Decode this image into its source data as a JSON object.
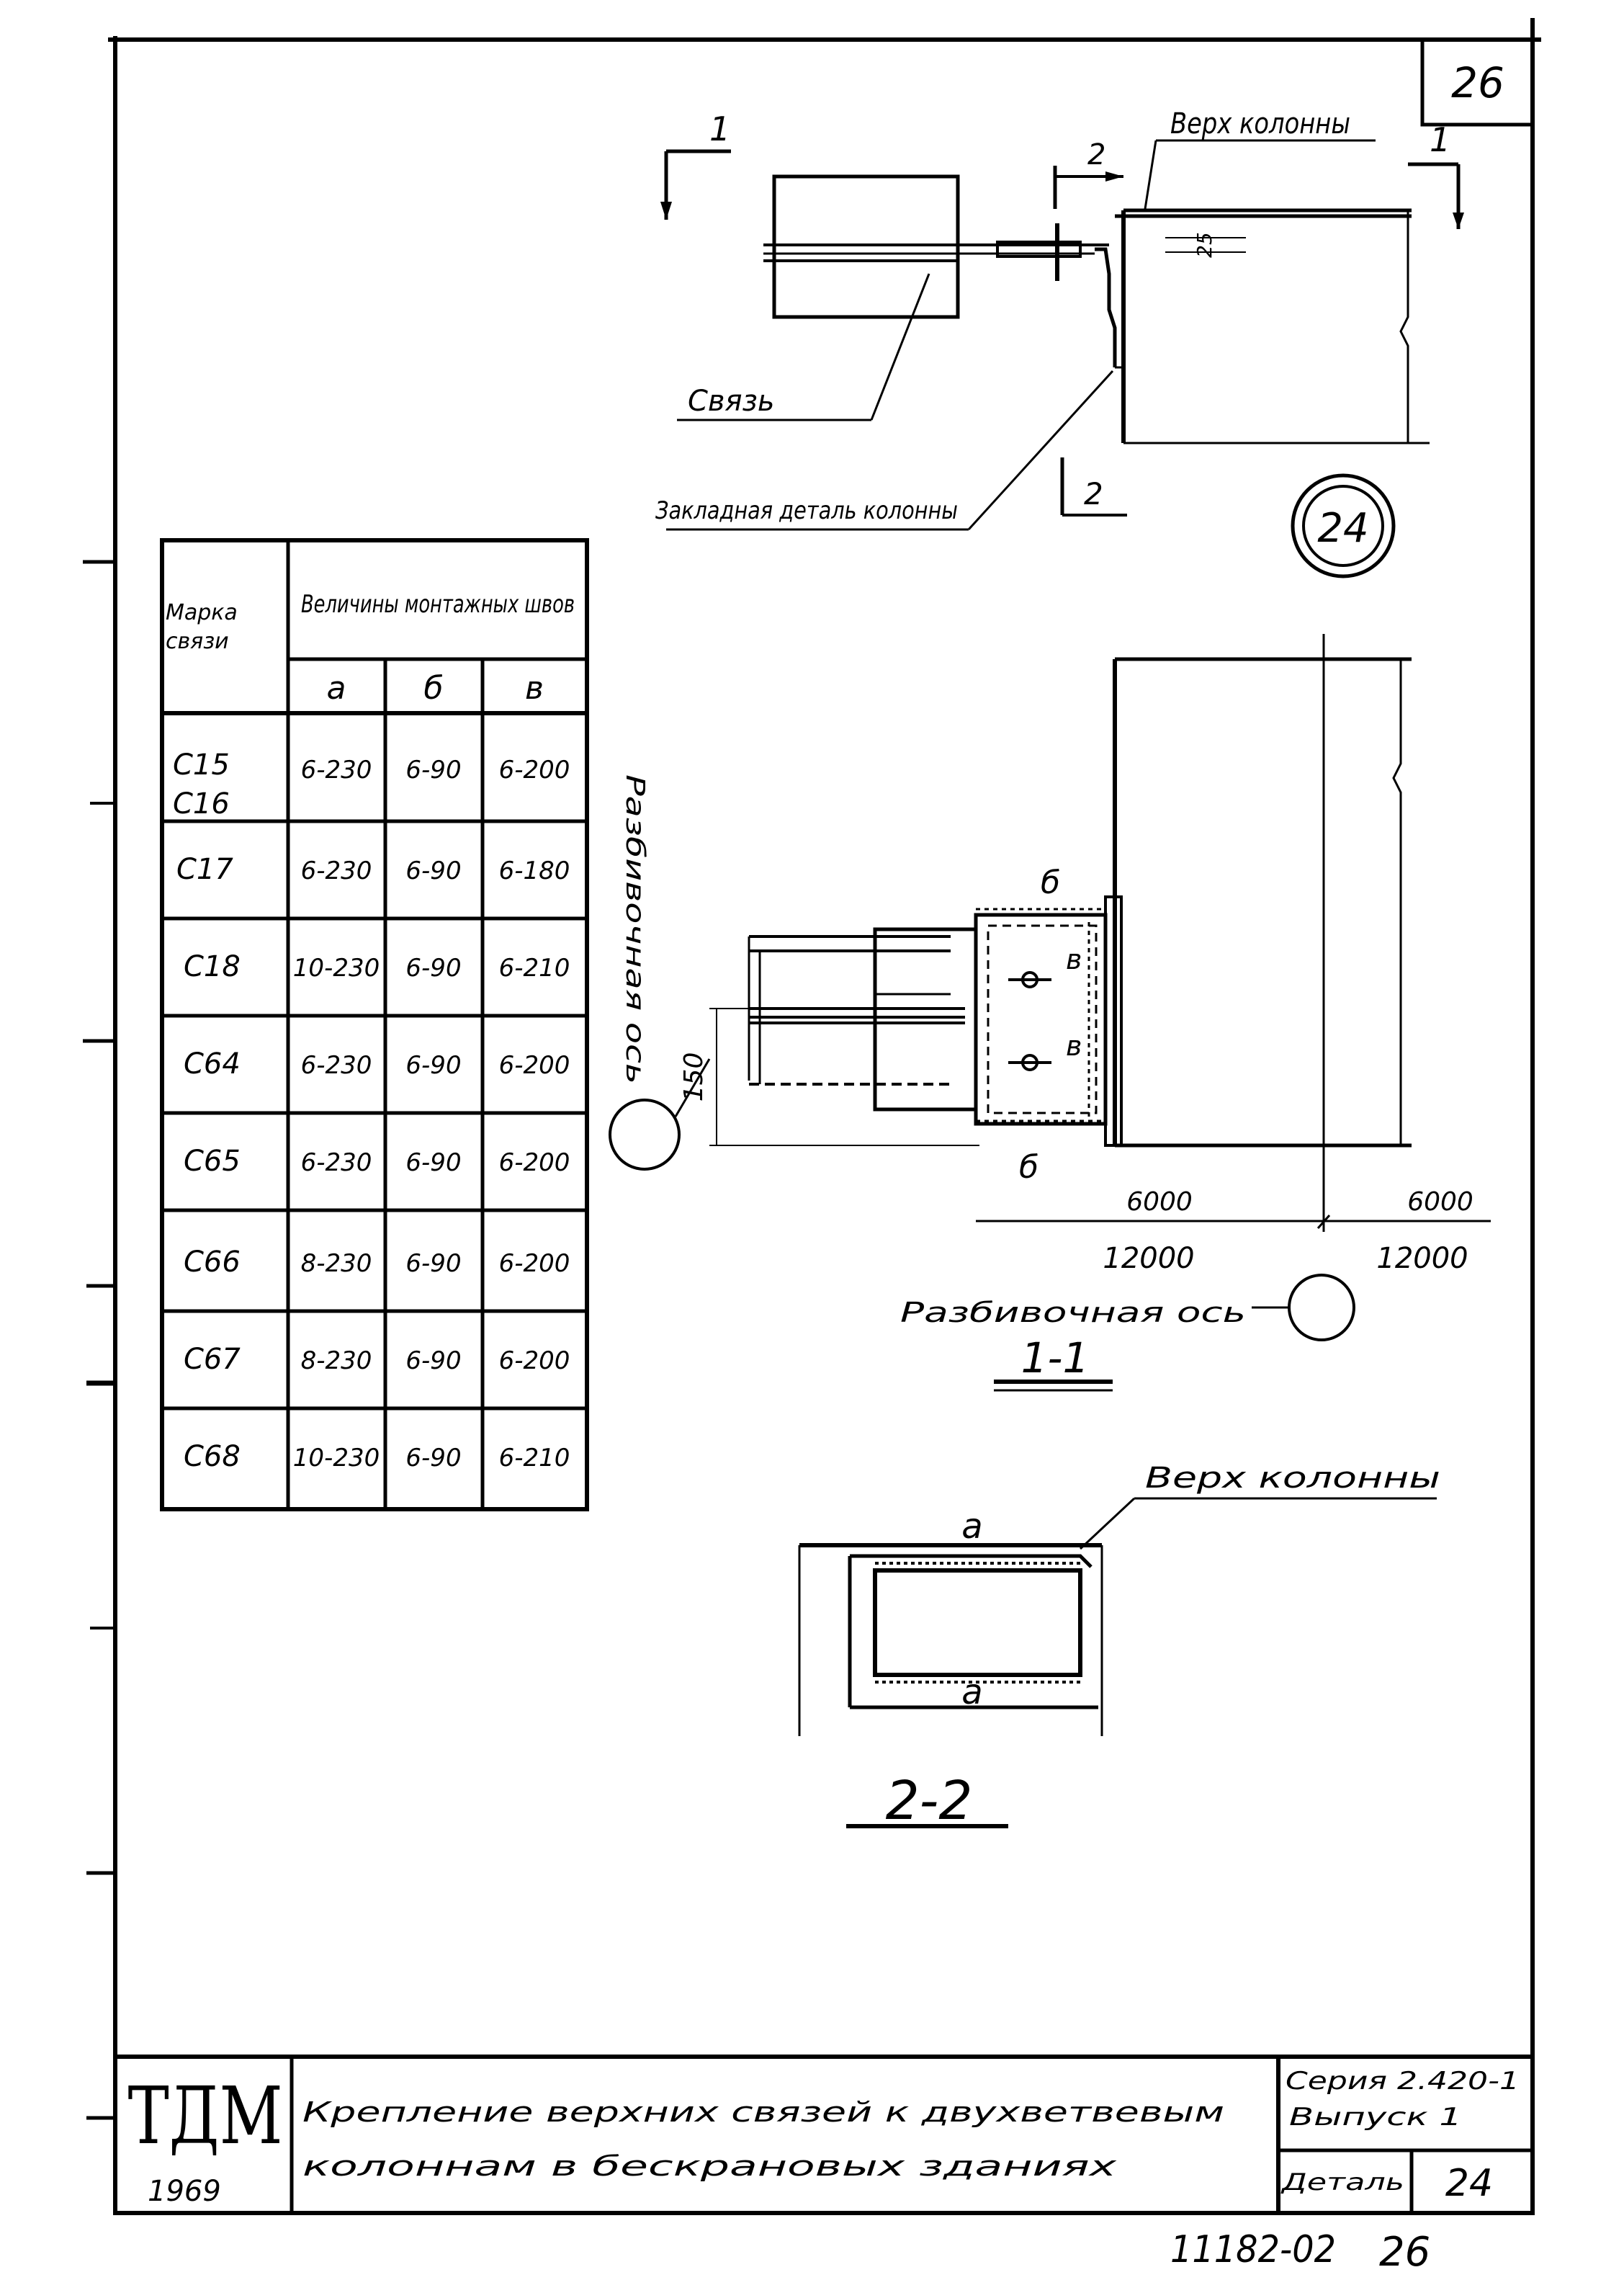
{
  "sheet": {
    "page_number": "26",
    "bottom_code": "11182-02",
    "bottom_page": "26",
    "detail_circle": "24"
  },
  "view_top": {
    "section_mark_1": "1",
    "section_mark_2": "2",
    "label_top": "Верх колонны",
    "label_tie": "Связь",
    "label_embed": "Закладная деталь колонны",
    "dim_25": "25"
  },
  "view_1_1": {
    "weld_b_top": "б",
    "weld_b_bottom": "б",
    "weld_v_1": "в",
    "weld_v_2": "в",
    "dim_150": "150",
    "axis_label_vertical": "Разбивочная ось",
    "axis_label_bottom": "Разбивочная ось",
    "dim_6000_left": "6000",
    "dim_6000_right": "6000",
    "dim_12000_left": "12000",
    "dim_12000_right": "12000",
    "section_title": "1-1"
  },
  "view_2_2": {
    "label_top": "Верх колонны",
    "weld_a_top": "а",
    "weld_a_bottom": "а",
    "section_title": "2-2"
  },
  "weld_table": {
    "header_mark": "Марка связи",
    "header_values": "Величины монтажных швов",
    "columns": [
      "а",
      "б",
      "в"
    ],
    "rows": [
      {
        "mark": "С15\nС16",
        "a": "6-230",
        "b": "6-90",
        "v": "6-200"
      },
      {
        "mark": "С17",
        "a": "6-230",
        "b": "6-90",
        "v": "6-180"
      },
      {
        "mark": "С18",
        "a": "10-230",
        "b": "6-90",
        "v": "6-210"
      },
      {
        "mark": "С64",
        "a": "6-230",
        "b": "6-90",
        "v": "6-200"
      },
      {
        "mark": "С65",
        "a": "6-230",
        "b": "6-90",
        "v": "6-200"
      },
      {
        "mark": "С66",
        "a": "8-230",
        "b": "6-90",
        "v": "6-200"
      },
      {
        "mark": "С67",
        "a": "8-230",
        "b": "6-90",
        "v": "6-200"
      },
      {
        "mark": "С68",
        "a": "10-230",
        "b": "6-90",
        "v": "6-210"
      }
    ]
  },
  "title_block": {
    "logo": "ТДМ",
    "year": "1969",
    "title_line1": "Крепление верхних связей к двухветвевым",
    "title_line2": "колоннам в бескрановых зданиях",
    "series": "Серия 2.420-1",
    "issue": "Выпуск 1",
    "detail_label": "Деталь",
    "detail_number": "24"
  }
}
